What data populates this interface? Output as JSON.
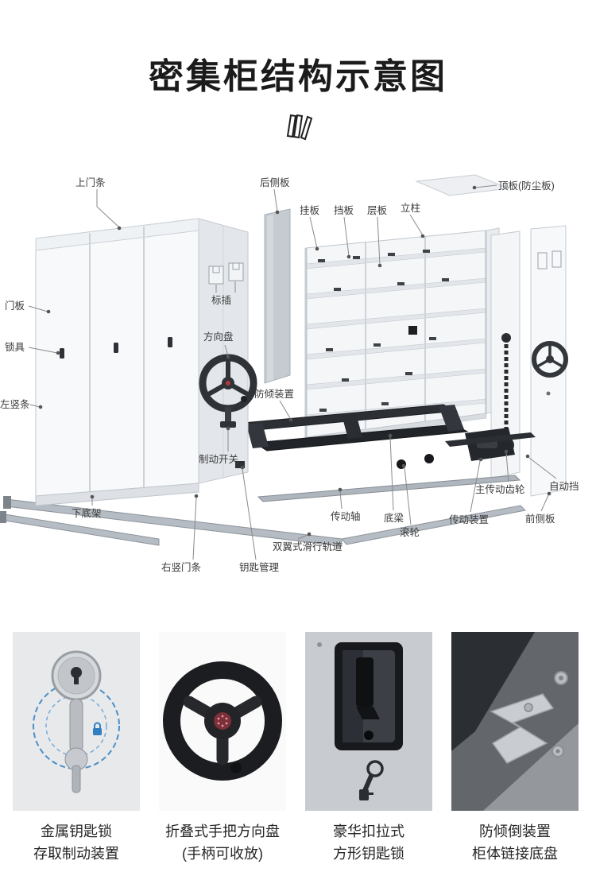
{
  "page": {
    "title": "密集柜结构示意图"
  },
  "icons": {
    "header_icon": "tilted-books"
  },
  "colors": {
    "accent_blue": "#2f7fc1",
    "wheel_black": "#1b1d20",
    "hub_red": "#b3373f",
    "leader_line": "#8a8a8a"
  },
  "diagram": {
    "labels": [
      {
        "text": "上门条"
      },
      {
        "text": "后侧板"
      },
      {
        "text": "挂板"
      },
      {
        "text": "挡板"
      },
      {
        "text": "层板"
      },
      {
        "text": "立柱"
      },
      {
        "text": "顶板(防尘板)"
      },
      {
        "text": "门板"
      },
      {
        "text": "锁具"
      },
      {
        "text": "左竖条"
      },
      {
        "text": "标插"
      },
      {
        "text": "方向盘"
      },
      {
        "text": "防倾装置"
      },
      {
        "text": "制动开关"
      },
      {
        "text": "下底架"
      },
      {
        "text": "右竖门条"
      },
      {
        "text": "钥匙管理"
      },
      {
        "text": "双翼式滑行轨道"
      },
      {
        "text": "传动轴"
      },
      {
        "text": "底梁"
      },
      {
        "text": "滚轮"
      },
      {
        "text": "传动装置"
      },
      {
        "text": "主传动齿轮"
      },
      {
        "text": "自动挡"
      },
      {
        "text": "前侧板"
      }
    ]
  },
  "features": [
    {
      "line1": "金属钥匙锁",
      "line2": "存取制动装置"
    },
    {
      "line1": "折叠式手把方向盘",
      "line2": "(手柄可收放)"
    },
    {
      "line1": "豪华扣拉式",
      "line2": "方形钥匙锁"
    },
    {
      "line1": "防倾倒装置",
      "line2": "柜体链接底盘"
    }
  ]
}
